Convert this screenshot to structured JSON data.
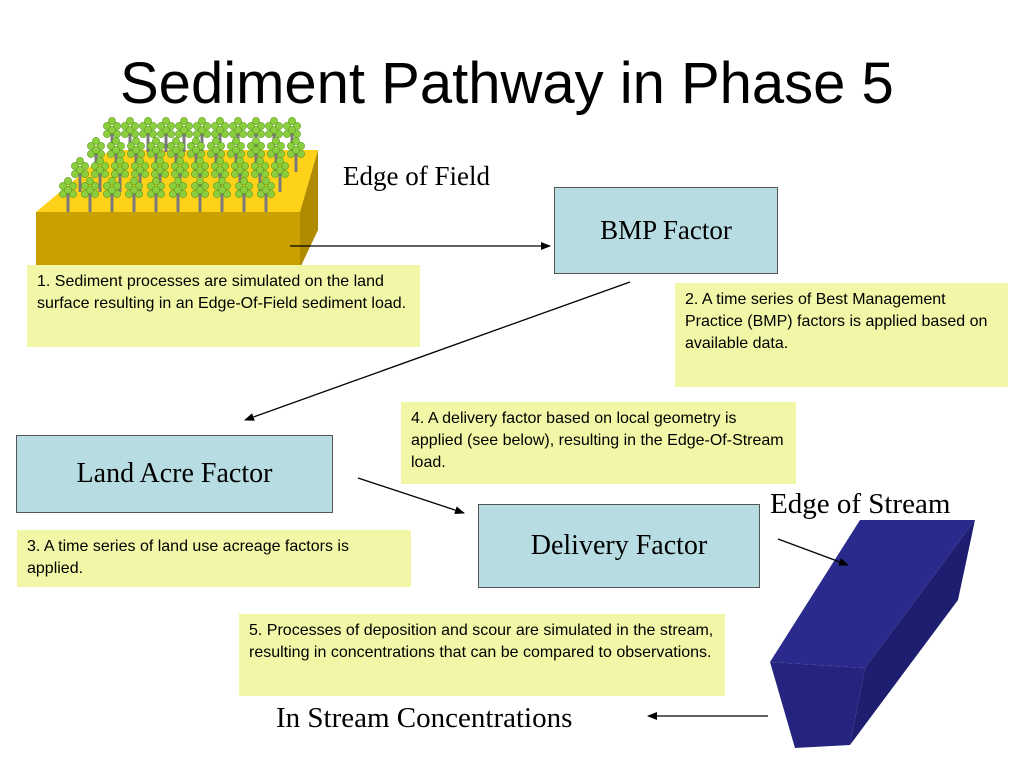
{
  "title": "Sediment Pathway in Phase 5",
  "labels": {
    "edge_of_field": "Edge of Field",
    "edge_of_stream": "Edge of Stream",
    "in_stream": "In Stream Concentrations"
  },
  "factors": {
    "bmp": "BMP Factor",
    "land_acre": "Land Acre Factor",
    "delivery": "Delivery Factor"
  },
  "notes": {
    "n1": "1. Sediment processes are simulated on the land surface resulting in an Edge-Of-Field sediment load.",
    "n2": "2. A time series of Best Management Practice (BMP) factors is applied based on available data.",
    "n3": "3. A time series of land use acreage factors is applied.",
    "n4": "4. A delivery factor based on local geometry is applied (see below), resulting in the Edge-Of-Stream load.",
    "n5": "5. Processes of deposition and scour are simulated in the stream, resulting in concentrations that can be compared to observations."
  },
  "colors": {
    "factor_fill": "#b7dde2",
    "note_fill": "#f1f7a6",
    "field_top": "#ffd21a",
    "field_side": "#c9a000",
    "stream_fill": "#2a2a8c"
  }
}
